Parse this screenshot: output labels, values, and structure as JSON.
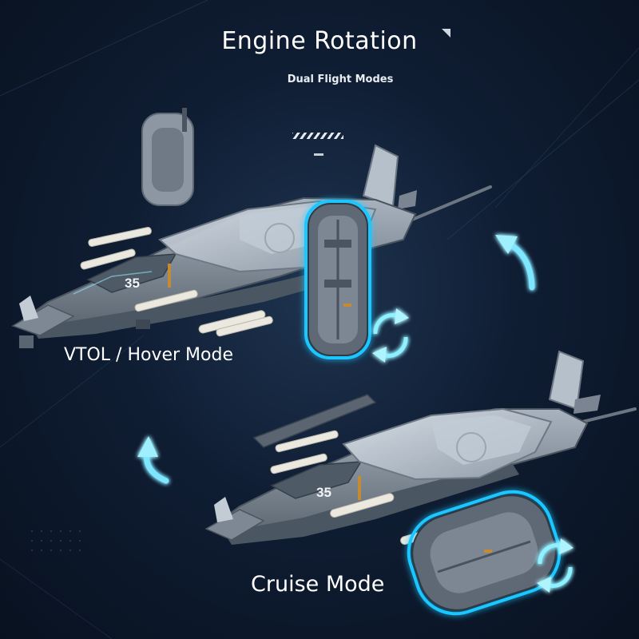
{
  "header": {
    "title": "Engine Rotation",
    "subtitle": "Dual Flight Modes"
  },
  "modes": {
    "hover_label": "VTOL / Hover Mode",
    "cruise_label": "Cruise Mode"
  },
  "aircraft": {
    "tail_number": "35"
  },
  "colors": {
    "background": "#0f1d33",
    "hull_dark": "#4c5866",
    "hull_light": "#9ea9b6",
    "canopy": "#c9d3dd",
    "missile": "#ebe9df",
    "glow_accent": "#22c8ff"
  },
  "icons": {
    "rotate_arrow": "curved-arrow-icon",
    "rotate_cycle": "rotate-cycle-icon"
  }
}
